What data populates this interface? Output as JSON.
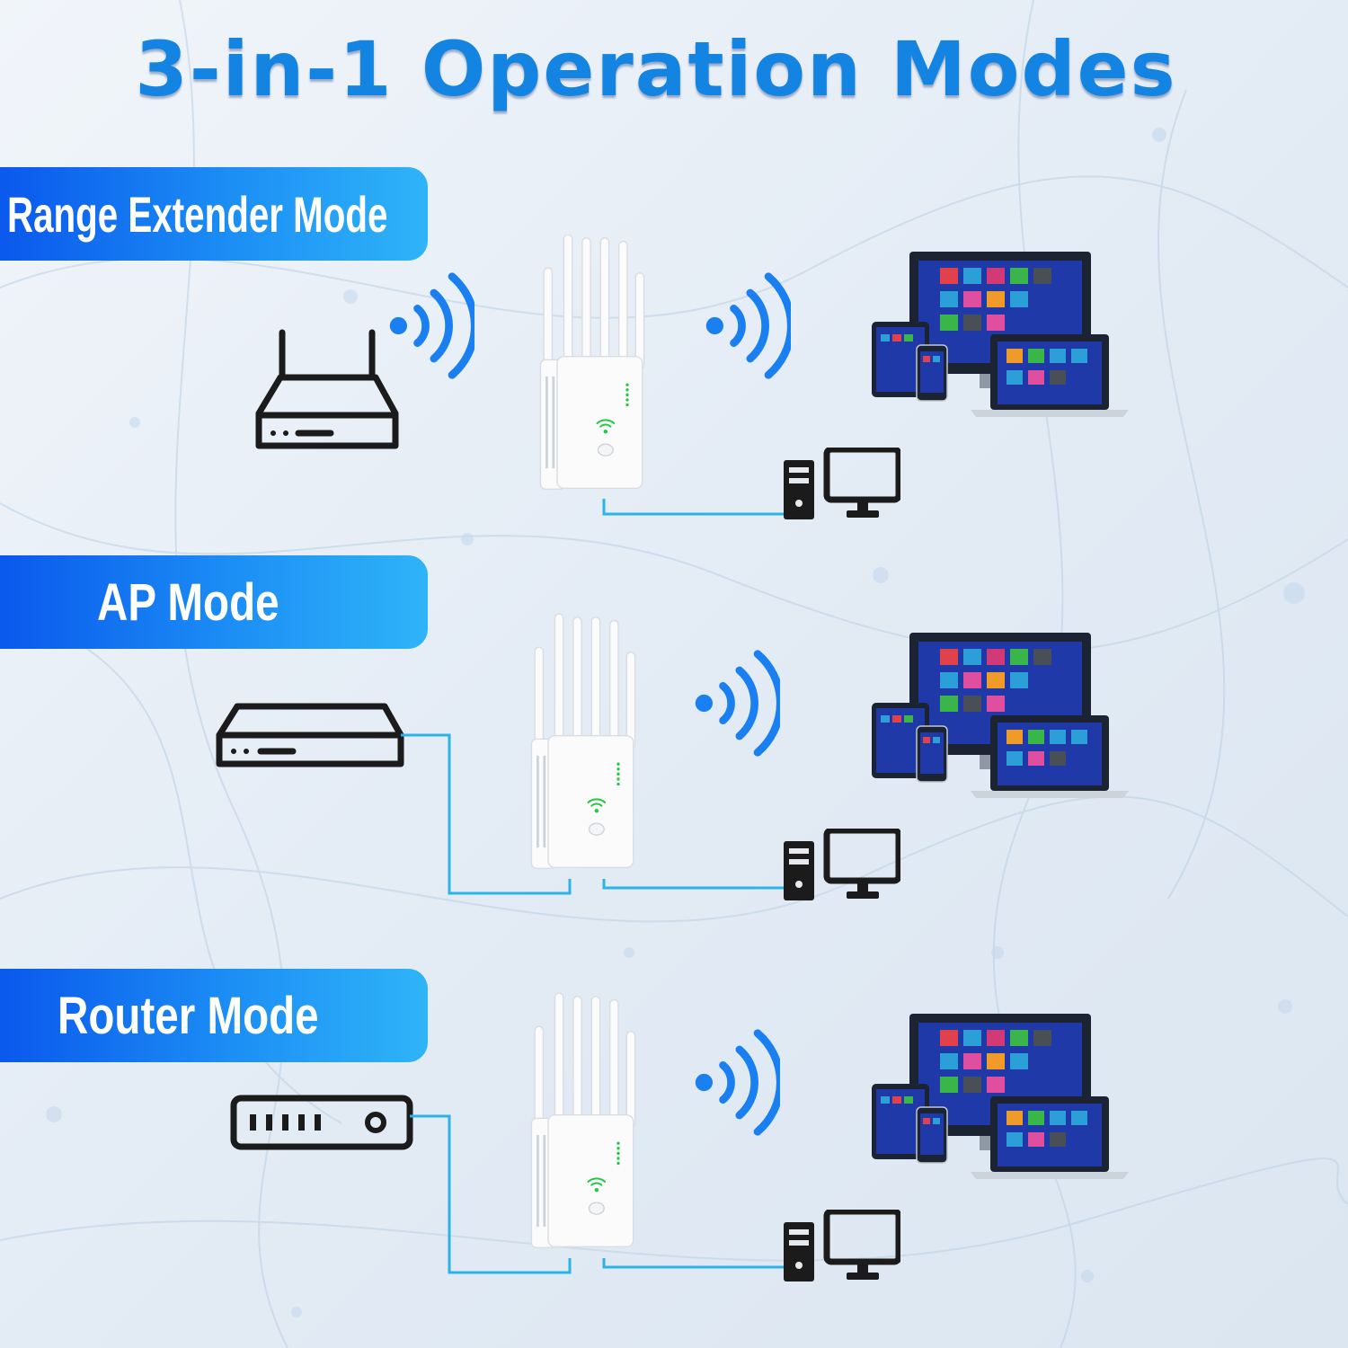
{
  "title": "3-in-1 Operation Modes",
  "modes": [
    {
      "label": "Range Extender Mode",
      "source_icon": "wifi-router-icon",
      "link": "wireless"
    },
    {
      "label": "AP Mode",
      "source_icon": "modem-box-icon",
      "link": "wired"
    },
    {
      "label": "Router Mode",
      "source_icon": "ethernet-modem-icon",
      "link": "wired"
    }
  ],
  "devices": {
    "extender_icon": "wifi-extender-icon",
    "wireless_clients_icon": "wireless-devices-icon",
    "wired_client_icon": "desktop-computer-icon"
  },
  "colors": {
    "title": "#1384e2",
    "label_start": "#0a58ec",
    "label_end": "#2fb4f7",
    "signal": "#1a7ff0",
    "cable": "#2bb3e8",
    "icon_stroke": "#1b1b1b"
  }
}
